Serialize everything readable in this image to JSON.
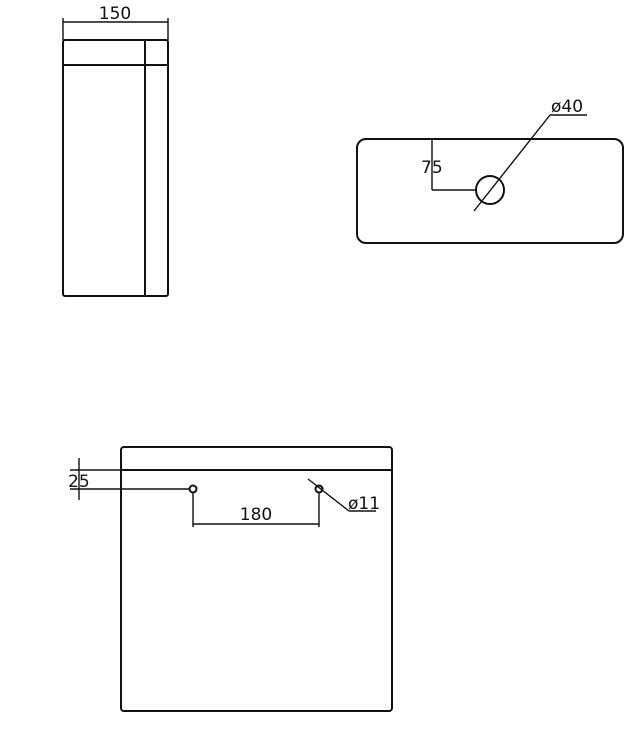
{
  "dimensions": {
    "width_side": "150",
    "hole_offset_top": "75",
    "hole_diameter_top": "ø40",
    "hole_offset_front": "25",
    "hole_spacing": "180",
    "hole_diameter_small": "ø11"
  },
  "colors": {
    "line": "#111111",
    "background": "#ffffff"
  }
}
